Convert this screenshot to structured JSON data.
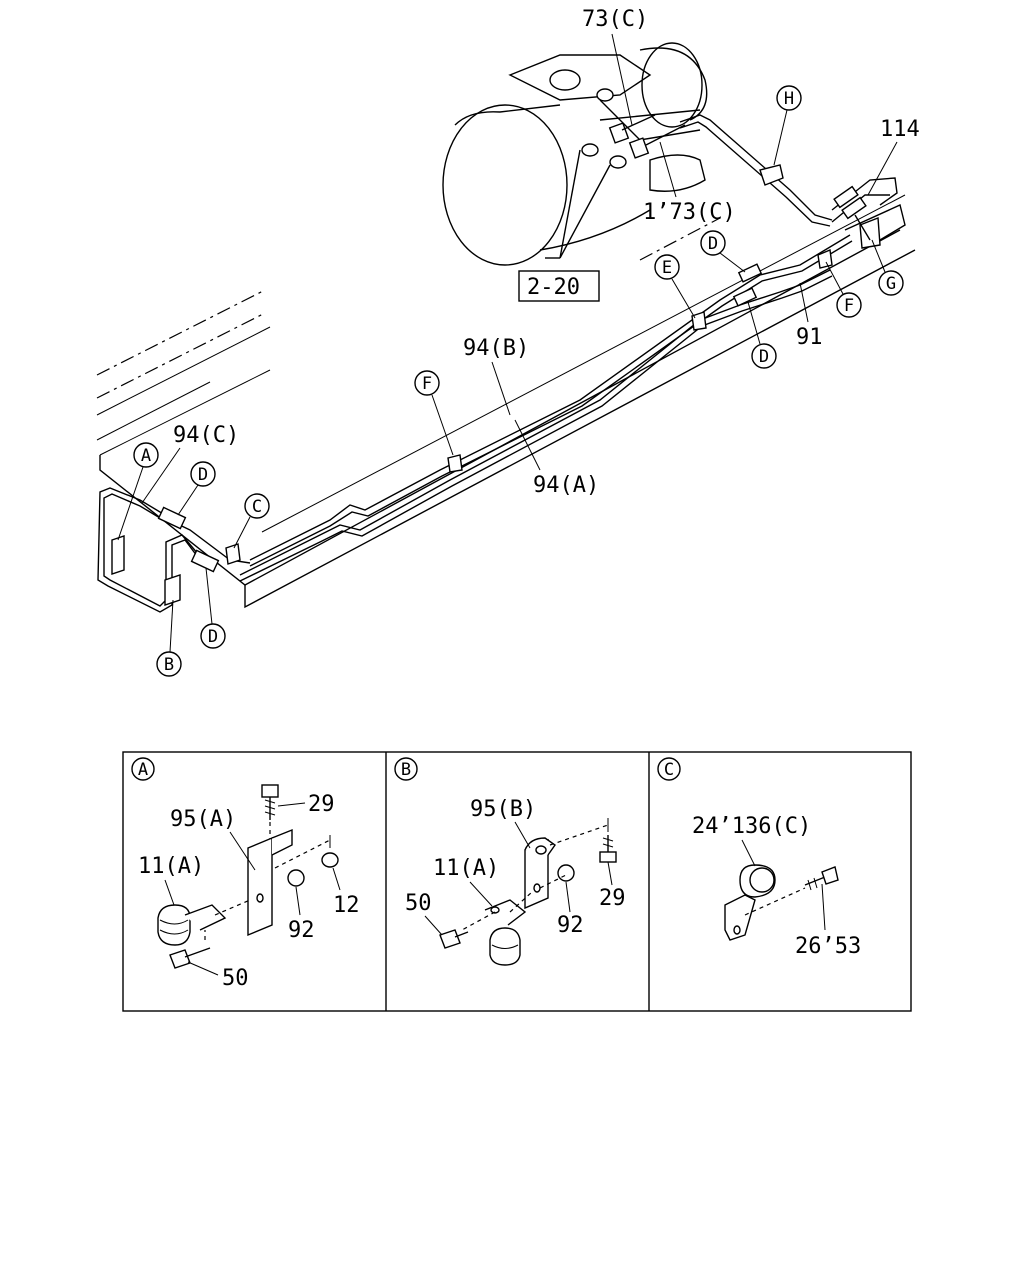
{
  "main_view": {
    "labels": {
      "p73c_top": "73(C)",
      "p1_73c": "1’73(C)",
      "p114": "114",
      "ref_2_20": "2-20",
      "p94b": "94(B)",
      "p94c": "94(C)",
      "p94a": "94(A)",
      "p91": "91"
    },
    "callouts": {
      "H": "H",
      "D_top": "D",
      "E": "E",
      "F_right": "F",
      "G": "G",
      "D_right": "D",
      "F_mid": "F",
      "A": "A",
      "D_left": "D",
      "C": "C",
      "D_bottom": "D",
      "B": "B"
    }
  },
  "detail_panels": [
    {
      "id": "A",
      "labels": {
        "p29": "29",
        "p95a": "95(A)",
        "p11a": "11(A)",
        "p12": "12",
        "p92": "92",
        "p50": "50"
      }
    },
    {
      "id": "B",
      "labels": {
        "p95b": "95(B)",
        "p11a": "11(A)",
        "p50": "50",
        "p29": "29",
        "p92": "92"
      }
    },
    {
      "id": "C",
      "labels": {
        "p24_136c": "24’136(C)",
        "p26_53": "26’53"
      }
    }
  ]
}
